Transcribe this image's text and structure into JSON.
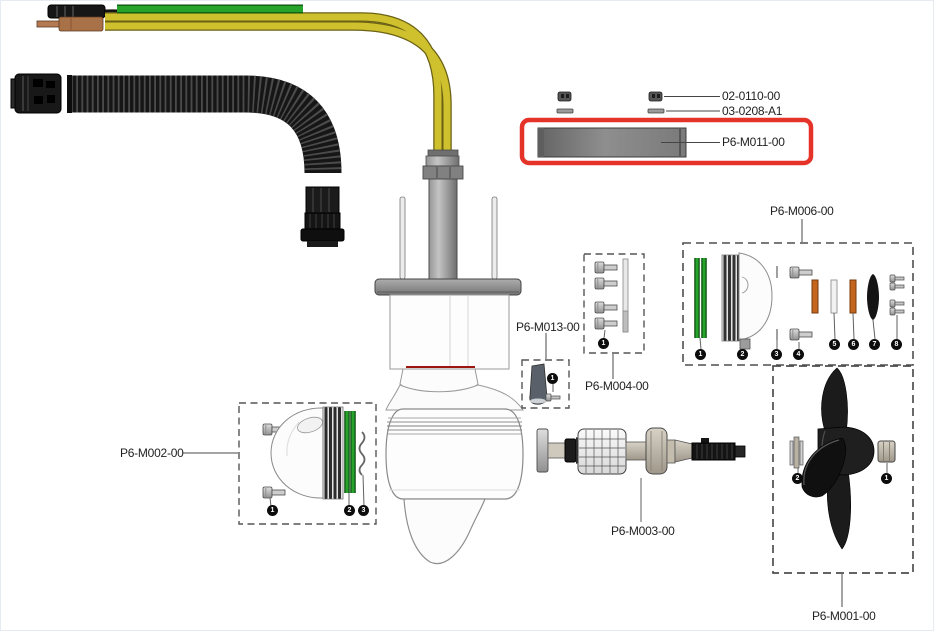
{
  "palette": {
    "highlight": "#E5332A",
    "cable_green": "#27A32B",
    "cable_yellow": "#CFC02E",
    "leader_line": "#4a4a4a"
  },
  "callouts": {
    "screw_nut": "02-0110-00",
    "washer": "03-0208-A1",
    "anode_plate": "P6-M011-00",
    "end_cover_kit": "P6-M006-00",
    "screw_kit": "P6-M004-00",
    "trim_anode": "P6-M013-00",
    "front_cover_kit": "P6-M002-00",
    "rotor_assembly": "P6-M003-00",
    "propeller_kit": "P6-M001-00"
  },
  "badges": {
    "m002": [
      "1",
      "2",
      "3"
    ],
    "m004": [
      "1"
    ],
    "m006": [
      "1",
      "2",
      "3",
      "4",
      "5",
      "6",
      "7",
      "8"
    ],
    "m013": [
      "1"
    ],
    "m001": [
      "1",
      "2"
    ]
  }
}
